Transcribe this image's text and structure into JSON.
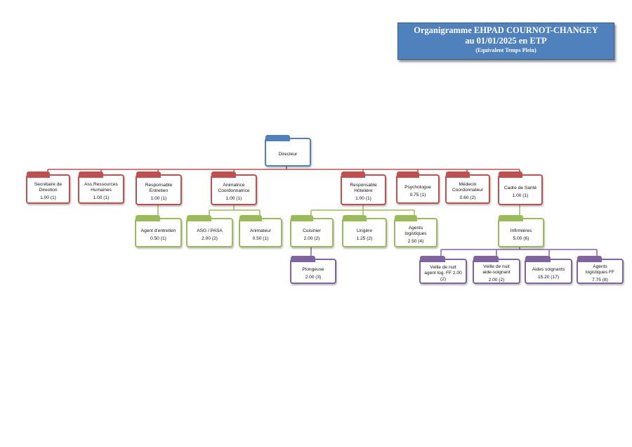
{
  "title": {
    "line1": "Organigramme EHPAD COURNOT-CHANGEY",
    "line2": "au 01/01/2025 en ETP",
    "line3": "(Equivalent Temps Plein)"
  },
  "colors": {
    "direction": "#4f81bd",
    "level1": "#c0504d",
    "level2": "#9bbb59",
    "level3": "#8064a2",
    "connector": "#c0504d"
  },
  "nodes": {
    "directeur": {
      "label": "Directeur",
      "value": ""
    },
    "secretaire": {
      "label": "Secrétaire de\nDirection",
      "value": "1.00 (1)"
    },
    "rh": {
      "label": "Ass.Ressources\nHumaines",
      "value": "1.00 (1)"
    },
    "resp_entretien": {
      "label": "Responsable\nEntretien",
      "value": "1.00 (1)"
    },
    "animatrice": {
      "label": "Animatrice\nCoordonnatrice",
      "value": "1.00 (1)"
    },
    "resp_hoteliere": {
      "label": "Responsable\nHôtelière",
      "value": "1.00 (1)"
    },
    "psychologue": {
      "label": "Psychologue",
      "value": "0.75 (1)"
    },
    "medecin": {
      "label": "Médecin\nCoordonnateur",
      "value": "0.60 (2)"
    },
    "cadre_sante": {
      "label": "Cadre de  Santé",
      "value": "1.00 (1)"
    },
    "agent_entretien": {
      "label": "Agent d'entretien",
      "value": "0.50 (1)"
    },
    "asg_pasa": {
      "label": "ASG / PASA",
      "value": "2.00 (2)"
    },
    "animateur": {
      "label": "Animateur",
      "value": "0.50 (1)"
    },
    "cuisinier": {
      "label": "Cuisinier",
      "value": "2.00 (2)"
    },
    "lingere": {
      "label": "Lingère",
      "value": "1.25 (2)"
    },
    "agents_log": {
      "label": "Agents\nlogistiques",
      "value": "2.50 (4)"
    },
    "infirmieres": {
      "label": "Infirmières",
      "value": "5.00 (6)"
    },
    "plongeuse": {
      "label": "Plongeuse",
      "value": "2.00 (3)"
    },
    "veille_agent": {
      "label": "Veille de nuit\nagent log. FF 2.00\n(2)",
      "value": ""
    },
    "veille_as": {
      "label": "Veille de nuit\naide-soignant",
      "value": "2.00 (2)"
    },
    "aides_soignants": {
      "label": "Aides soignants",
      "value": "15.20 (17)"
    },
    "agents_log_ff": {
      "label": "Agents\nlogistiques FF",
      "value": "7.75 (8)"
    }
  }
}
